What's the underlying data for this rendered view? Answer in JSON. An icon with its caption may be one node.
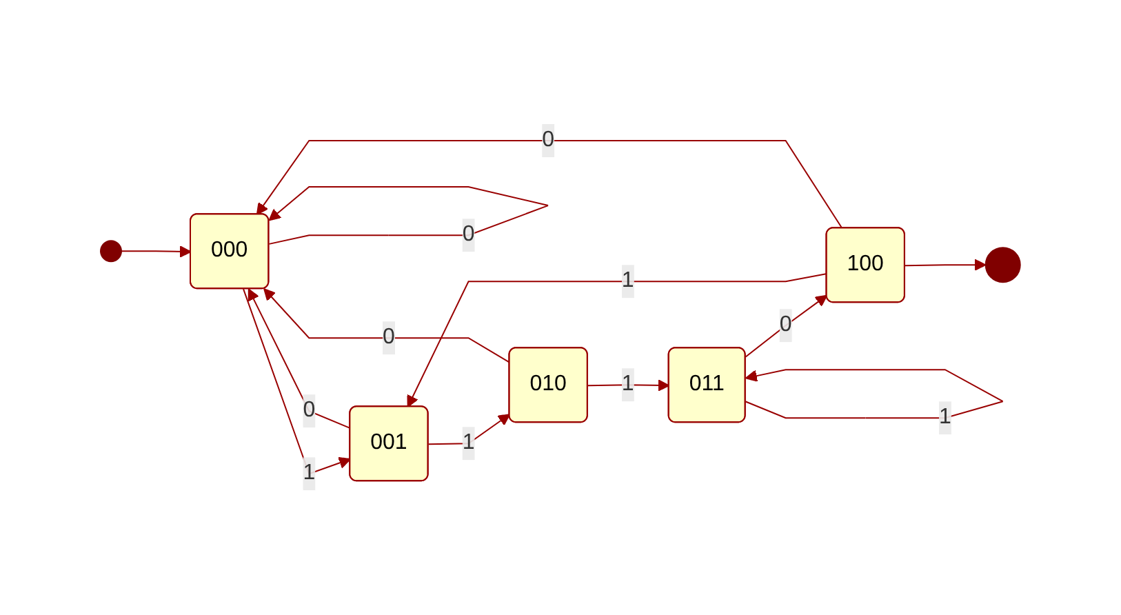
{
  "diagram": {
    "nodes": [
      {
        "text": [],
        "shape": "circle"
      },
      {
        "text": [
          "000"
        ]
      },
      {
        "text": [
          "001"
        ]
      },
      {
        "text": [
          "010"
        ]
      },
      {
        "text": [
          "011"
        ]
      },
      {
        "text": [
          "100"
        ]
      },
      {
        "text": [],
        "shape": "bullseye"
      }
    ],
    "edges": [
      {
        "from": 0,
        "to": 1,
        "arrow": "to"
      },
      {
        "from": 1,
        "to": 1,
        "label": "0",
        "arrow": "to"
      },
      {
        "from": 1,
        "to": 2,
        "label": "1",
        "arrow": "to"
      },
      {
        "from": 2,
        "to": 1,
        "label": "0",
        "arrow": "to"
      },
      {
        "from": 2,
        "to": 3,
        "label": "1",
        "arrow": "to"
      },
      {
        "from": 3,
        "to": 1,
        "label": "0",
        "arrow": "to"
      },
      {
        "from": 3,
        "to": 4,
        "label": "1",
        "arrow": "to"
      },
      {
        "from": 4,
        "to": 4,
        "label": "1",
        "arrow": "to"
      },
      {
        "from": 4,
        "to": 5,
        "label": "0",
        "arrow": "to"
      },
      {
        "from": 5,
        "to": 2,
        "label": "1",
        "arrow": "to"
      },
      {
        "from": 5,
        "to": 1,
        "label": "0",
        "arrow": "to"
      },
      {
        "from": 5,
        "to": 6,
        "arrow": "to"
      }
    ]
  }
}
